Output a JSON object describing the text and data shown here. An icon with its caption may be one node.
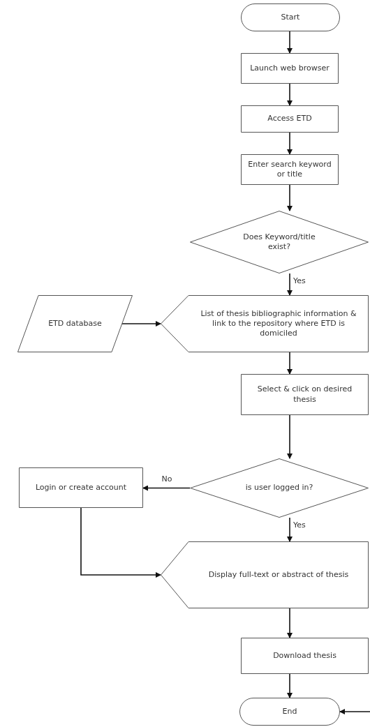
{
  "diagram": {
    "nodes": [
      {
        "text": [
          "Start"
        ]
      },
      {
        "text": [
          "Launch web browser"
        ]
      },
      {
        "text": [
          "Access ETD"
        ]
      },
      {
        "text": [
          "Enter search keyword or title"
        ]
      },
      {
        "text": [
          "Does Keyword/title exist?"
        ]
      },
      {
        "text": [
          "ETD database"
        ]
      },
      {
        "text": [
          "List of thesis bibliographic information & link to the repository where ETD is domiciled"
        ]
      },
      {
        "text": [
          "Select & click on desired thesis"
        ]
      },
      {
        "text": [
          "is user logged in?"
        ]
      },
      {
        "text": [
          "Login or create account"
        ]
      },
      {
        "text": [
          "Display full-text or abstract of thesis"
        ]
      },
      {
        "text": [
          "Download thesis"
        ]
      },
      {
        "text": [
          "End"
        ]
      }
    ],
    "edges": [
      {
        "from": 0,
        "to": 1,
        "arrow": "to"
      },
      {
        "from": 1,
        "to": 2,
        "arrow": "to"
      },
      {
        "from": 2,
        "to": 3,
        "arrow": "to"
      },
      {
        "from": 3,
        "to": 4,
        "arrow": "to"
      },
      {
        "from": 4,
        "to": 6,
        "arrow": "to",
        "label": "Yes"
      },
      {
        "from": 5,
        "to": 6,
        "arrow": "to"
      },
      {
        "from": 6,
        "to": 7,
        "arrow": "to"
      },
      {
        "from": 7,
        "to": 8,
        "arrow": "to"
      },
      {
        "from": 8,
        "to": 9,
        "arrow": "to",
        "label": "No"
      },
      {
        "from": 8,
        "to": 10,
        "arrow": "to",
        "label": "Yes"
      },
      {
        "from": 9,
        "to": 10,
        "arrow": "to"
      },
      {
        "from": 10,
        "to": 11,
        "arrow": "to"
      },
      {
        "from": 11,
        "to": 12,
        "arrow": "to"
      },
      {
        "from": null,
        "to": 12,
        "arrow": "to"
      }
    ]
  }
}
